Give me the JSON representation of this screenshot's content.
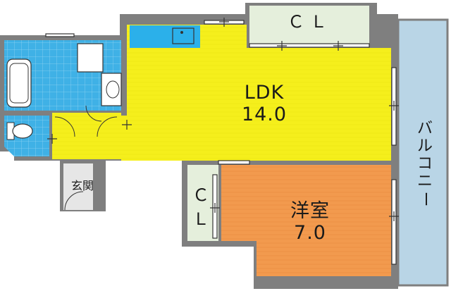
{
  "rooms": {
    "ldk": {
      "name": "LDK",
      "size": "14.0"
    },
    "youshitsu": {
      "name": "洋室",
      "size": "7.0"
    },
    "closet_top": {
      "name": "ＣＬ"
    },
    "closet_left": {
      "line1": "Ｃ",
      "line2": "Ｌ"
    },
    "genkan": {
      "name": "玄関"
    },
    "balcony": {
      "chars": [
        "バ",
        "ル",
        "コ",
        "ニ",
        "ー"
      ]
    }
  },
  "colors": {
    "wall": "#7f7f7f",
    "ldk_floor": "#f5ef1c",
    "youshitsu_floor": "#f29a4e",
    "balcony": "#b9d5e6",
    "closet": "#e5efdc",
    "tile": "#3fb1e6",
    "kitchen": "#2bb0ea",
    "genkan_floor": "#e6e6e6",
    "hall_floor": "#f5ef1c"
  }
}
